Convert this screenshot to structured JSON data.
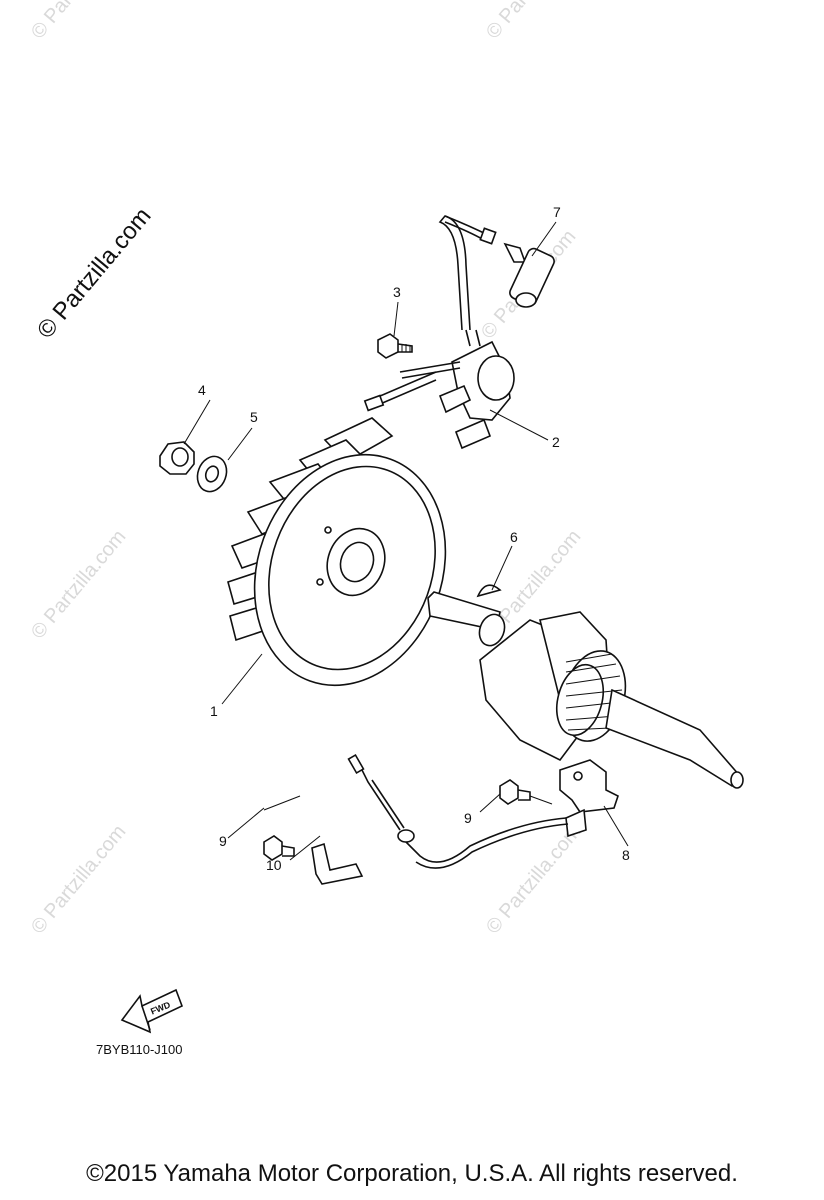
{
  "watermark": {
    "main": "© Partzilla.com",
    "faint": "© Partzilla.com"
  },
  "callouts": {
    "c1": "1",
    "c2": "2",
    "c3": "3",
    "c4": "4",
    "c5": "5",
    "c6": "6",
    "c7": "7",
    "c8": "8",
    "c9a": "9",
    "c9b": "9",
    "c10": "10"
  },
  "fwd_label": "FWD",
  "diagram_code": "7BYB110-J100",
  "copyright": "©2015  Yamaha Motor Corporation, U.S.A. All rights reserved."
}
